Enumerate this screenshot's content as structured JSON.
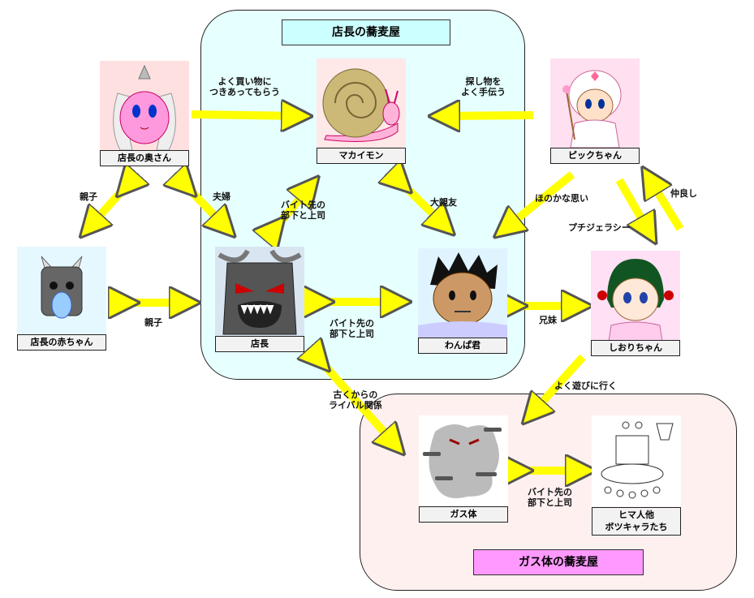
{
  "groups": {
    "shop": {
      "title": "店長の蕎麦屋"
    },
    "gas": {
      "title": "ガス体の蕎麦屋"
    }
  },
  "characters": {
    "okusan": "店長の奥さん",
    "makaimon": "マカイモン",
    "pikku": "ピックちゃん",
    "akachan": "店長の赤ちゃん",
    "tencho": "店長",
    "wanpaku": "わんぱ君",
    "shiori": "しおりちゃん",
    "gas": "ガス体",
    "hima_line1": "ヒマ人他",
    "hima_line2": "ボツキャラたち"
  },
  "relations": {
    "okusan_makaimon": [
      "よく買い物に",
      "つきあってもらう"
    ],
    "pikku_makaimon": [
      "探し物を",
      "よく手伝う"
    ],
    "oyako_top": "親子",
    "fuufu": "夫婦",
    "tencho_makaimon": [
      "バイト先の",
      "部下と上司"
    ],
    "daishinyu": "大親友",
    "honoka": "ほのかな思い",
    "nakayoshi": "仲良し",
    "puchi": "プチジェラシー",
    "oyako_left": "親子",
    "tencho_wanpaku": [
      "バイト先の",
      "部下と上司"
    ],
    "kyodai": "兄妹",
    "yoku_asobi": "よく遊びに行く",
    "rival": [
      "古くからの",
      "ライバル関係"
    ],
    "gas_hima": [
      "バイト先の",
      "部下と上司"
    ]
  },
  "colors": {
    "arrow_fill": "#ffff00",
    "shop_bg": "#e6ffff",
    "gas_bg": "#fff0f0",
    "shop_title_bg": "#ccffff",
    "gas_title_bg": "#ff99ff"
  }
}
